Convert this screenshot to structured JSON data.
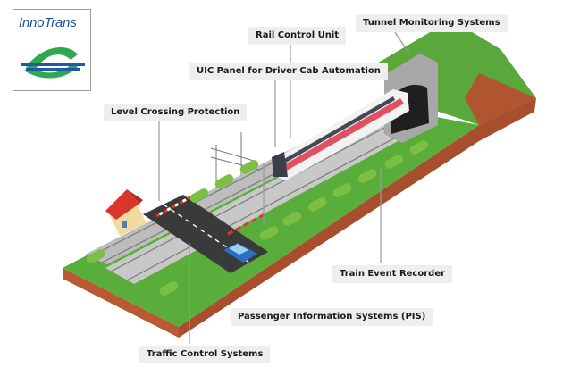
{
  "logo": {
    "brand": "InnoTrans",
    "colors": {
      "blue": "#1f5aa6",
      "green": "#2fa84f"
    }
  },
  "labels": {
    "tunnel": "Tunnel Monitoring Systems",
    "rail_control": "Rail Control Unit",
    "uic_panel": "UIC Panel for Driver Cab Automation",
    "level_crossing": "Level Crossing Protection",
    "train_event": "Train Event Recorder",
    "pis": "Passenger Information Systems (PIS)",
    "traffic": "Traffic Control Systems"
  },
  "colors": {
    "grass": "#59ad3a",
    "soil": "#b95a35",
    "ballast": "#c4c4c4",
    "hedge": "#7cc043",
    "roof": "#d8362a"
  }
}
